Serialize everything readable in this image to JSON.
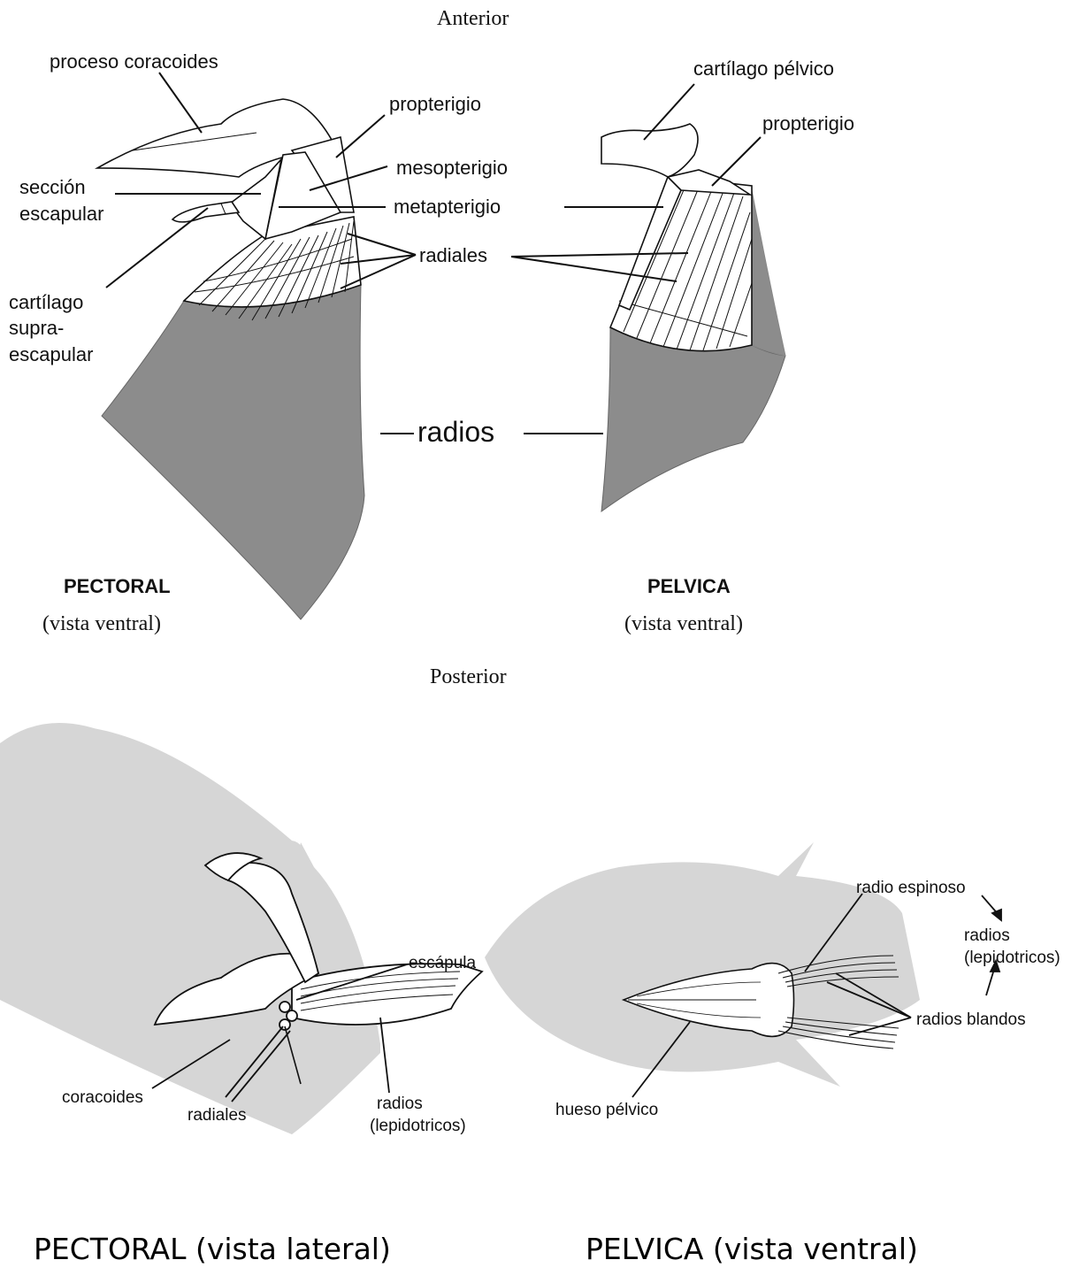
{
  "top": {
    "anterior": "Anterior",
    "posterior": "Posterior",
    "pectoral": {
      "title": "PECTORAL",
      "view": "(vista ventral)",
      "labels": {
        "coracoid_process": "proceso coracoides",
        "propterygium": "propterigio",
        "scapular_section_1": "sección",
        "scapular_section_2": "escapular",
        "mesopterygium": "mesopterigio",
        "metapterygium": "metapterigio",
        "radials": "radiales",
        "suprascapular_1": "cartílago",
        "suprascapular_2": "supra-",
        "suprascapular_3": "escapular",
        "rays": "radios"
      }
    },
    "pelvic": {
      "title": "PELVICA",
      "view": "(vista ventral)",
      "labels": {
        "pelvic_cartilage": "cartílago pélvico",
        "propterygium": "propterigio"
      }
    }
  },
  "bottom": {
    "pectoral_lateral": {
      "caption": "PECTORAL (vista lateral)",
      "labels": {
        "scapula": "escápula",
        "coracoid": "coracoides",
        "radials": "radiales",
        "rays_1": "radios",
        "rays_2": "(lepidotricos)"
      }
    },
    "pelvic_ventral": {
      "caption": "PELVICA (vista ventral)",
      "labels": {
        "spiny_ray": "radio espinoso",
        "rays_1": "radios",
        "rays_2": "(lepidotricos)",
        "soft_rays": "radios blandos",
        "pelvic_bone": "hueso pélvico"
      }
    }
  },
  "colors": {
    "fin_gray": "#8c8c8c",
    "body_silhouette": "#d6d6d6"
  }
}
